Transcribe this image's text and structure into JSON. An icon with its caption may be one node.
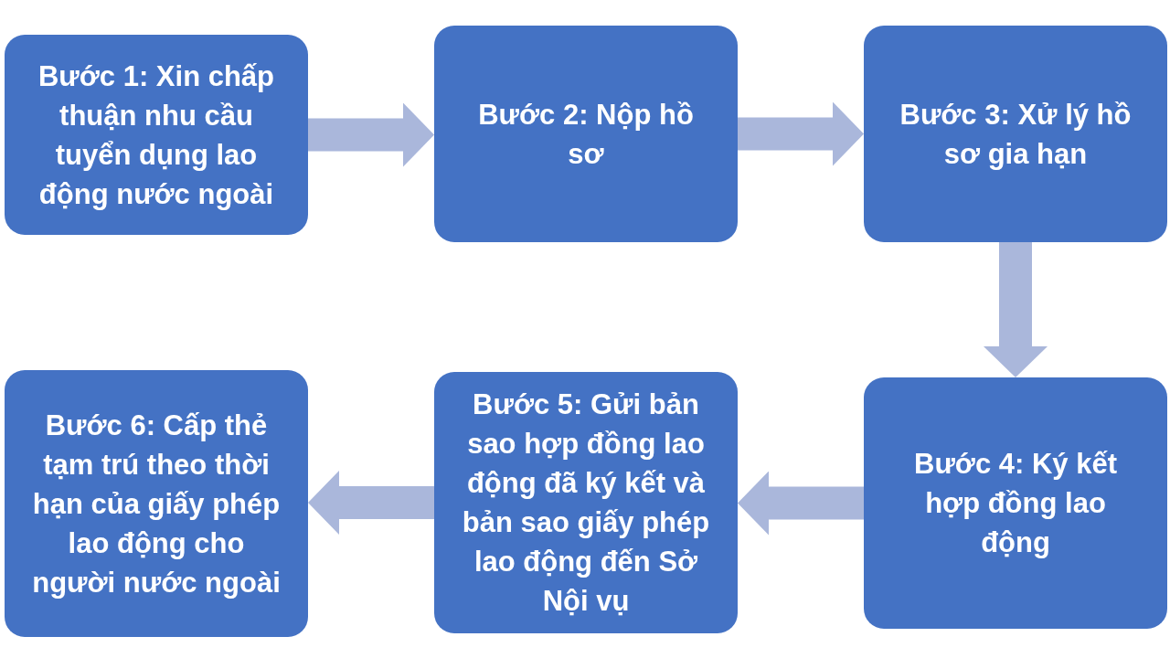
{
  "diagram": {
    "nodes": [
      {
        "text": [
          "Bước 1: Xin chấp thuận nhu cầu tuyển dụng lao động nước ngoài"
        ]
      },
      {
        "text": [
          "Bước 2: Nộp hồ sơ"
        ]
      },
      {
        "text": [
          "Bước 3: Xử lý hồ sơ gia hạn"
        ]
      },
      {
        "text": [
          "Bước 4: Ký kết hợp đồng lao động"
        ]
      },
      {
        "text": [
          "Bước 5: Gửi bản sao hợp đồng lao động đã ký kết và bản sao giấy phép lao động đến Sở Nội vụ"
        ]
      },
      {
        "text": [
          "Bước 6: Cấp thẻ tạm trú theo thời hạn của giấy phép lao động cho người nước ngoài"
        ]
      }
    ],
    "edges": [
      {
        "from": 0,
        "to": 1,
        "arrow": "to"
      },
      {
        "from": 1,
        "to": 2,
        "arrow": "to"
      },
      {
        "from": 2,
        "to": 3,
        "arrow": "to"
      },
      {
        "from": 3,
        "to": 4,
        "arrow": "to"
      },
      {
        "from": 4,
        "to": 5,
        "arrow": "to"
      }
    ]
  }
}
